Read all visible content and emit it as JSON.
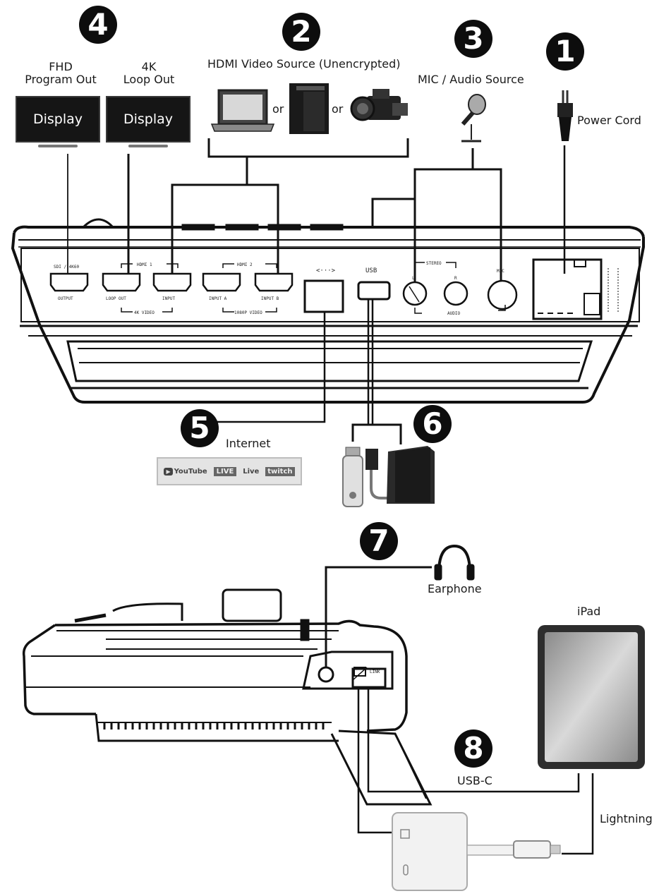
{
  "badges": [
    "1",
    "2",
    "3",
    "4",
    "5",
    "6",
    "7",
    "8"
  ],
  "labels": {
    "fhd_line1": "FHD",
    "fhd_line2": "Program Out",
    "k4_line1": "4K",
    "k4_line2": "Loop Out",
    "display": "Display",
    "hdmi_source": "HDMI Video Source (Unencrypted)",
    "or": "or",
    "mic_source": "MIC / Audio Source",
    "power_cord": "Power Cord",
    "internet": "Internet",
    "earphone": "Earphone",
    "ipad": "iPad",
    "usb_c": "USB-C",
    "lightning": "Lightning"
  },
  "ports": {
    "output": "OUTPUT",
    "sdi": "SDI / 4K60",
    "hdmi1": "HDMI 1",
    "hdmi2": "HDMI 2",
    "loop_out": "LOOP OUT",
    "input": "INPUT",
    "input_a": "INPUT A",
    "input_b": "INPUT B",
    "k4_video": "4K VIDEO",
    "p1080_video": "1080P VIDEO",
    "lan": "<···>",
    "usb": "USB",
    "stereo": "STEREO",
    "l": "L",
    "r": "R",
    "audio": "AUDIO",
    "mic": "MIC",
    "link": "LINK"
  },
  "logos": [
    "YouTube",
    "LIVE",
    "Live",
    "twitch"
  ]
}
